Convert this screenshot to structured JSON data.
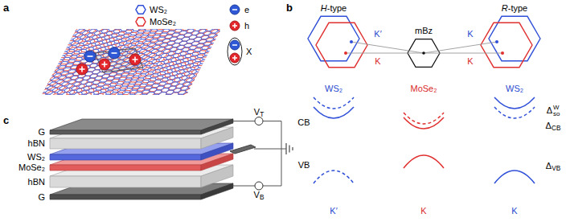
{
  "diagram": {
    "labels": [
      "a",
      "b",
      "H-type",
      "R-type",
      "K′",
      "K",
      "mBz",
      "K",
      "K",
      "WS₂",
      "MoSe₂",
      "WS₂",
      "ΔWso",
      "CB",
      "ΔCB",
      "VB",
      "ΔVB",
      "K′",
      "K",
      "K",
      "c",
      "G",
      "hBN",
      "WS₂",
      "MoSe₂",
      "hBN",
      "G",
      "VT",
      "VB"
    ],
    "legend": [
      {
        "text": "WS₂"
      },
      {
        "text": "MoSe₂"
      },
      {
        "text": "e"
      },
      {
        "text": "h"
      },
      {
        "text": "X"
      }
    ]
  }
}
